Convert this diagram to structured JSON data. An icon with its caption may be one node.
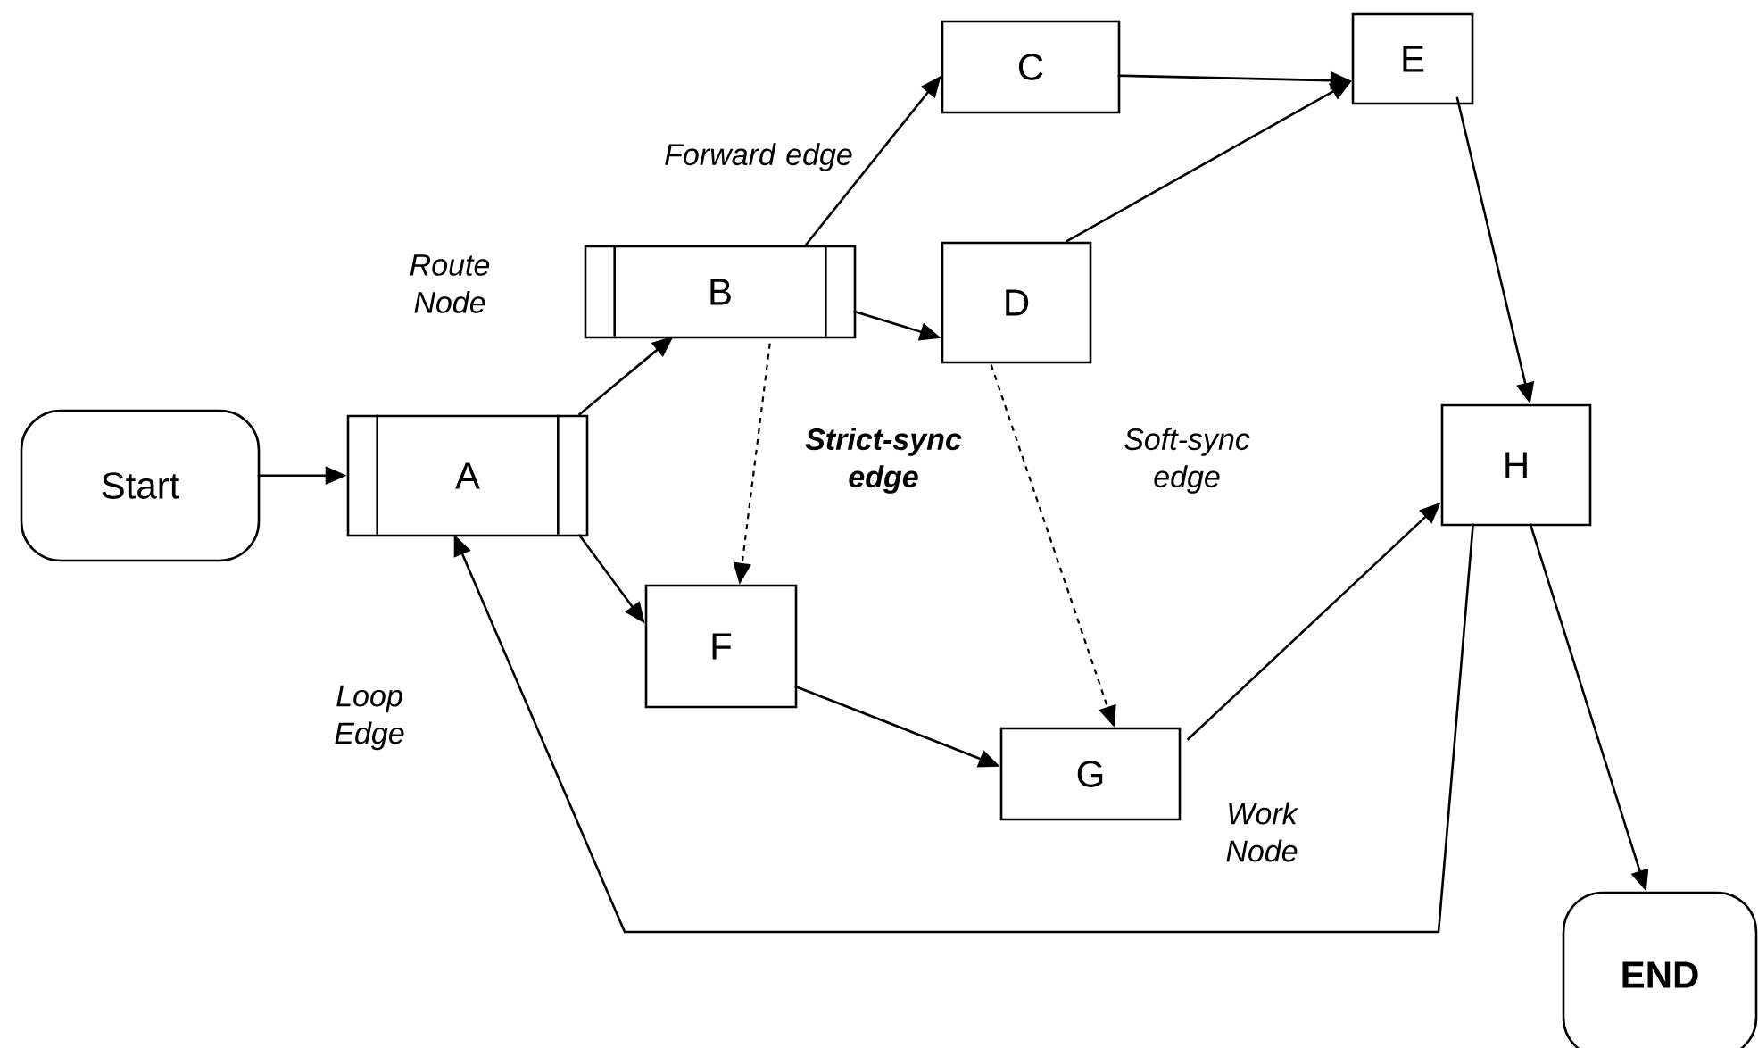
{
  "diagram": {
    "nodes": [
      {
        "text": [
          "Start"
        ]
      },
      {
        "text": [
          "A"
        ]
      },
      {
        "text": [
          "B"
        ]
      },
      {
        "text": [
          "C"
        ]
      },
      {
        "text": [
          "D"
        ]
      },
      {
        "text": [
          "E"
        ]
      },
      {
        "text": [
          "F"
        ]
      },
      {
        "text": [
          "G"
        ]
      },
      {
        "text": [
          "H"
        ]
      },
      {
        "text": [
          "END"
        ]
      }
    ],
    "edges": [
      {
        "from": 0,
        "to": 1,
        "arrow": "to"
      },
      {
        "from": 1,
        "to": 2,
        "arrow": "to"
      },
      {
        "from": 1,
        "to": 6,
        "arrow": "to"
      },
      {
        "from": 2,
        "to": 3,
        "arrow": "to"
      },
      {
        "from": 2,
        "to": 4,
        "arrow": "to"
      },
      {
        "from": 2,
        "to": 6,
        "arrow": "to",
        "style": "dashed"
      },
      {
        "from": 3,
        "to": 5,
        "arrow": "to"
      },
      {
        "from": 4,
        "to": 5,
        "arrow": "to"
      },
      {
        "from": 4,
        "to": 7,
        "arrow": "to",
        "style": "dashed"
      },
      {
        "from": 5,
        "to": 8,
        "arrow": "to"
      },
      {
        "from": 6,
        "to": 7,
        "arrow": "to"
      },
      {
        "from": 7,
        "to": 8,
        "arrow": "to"
      },
      {
        "from": 8,
        "to": 9,
        "arrow": "to"
      },
      {
        "from": 8,
        "to": 1,
        "arrow": "to"
      }
    ],
    "labels": [
      "Forward edge",
      "Route Node",
      "Strict-sync edge",
      "Soft-sync edge",
      "Loop Edge",
      "Work Node"
    ]
  }
}
